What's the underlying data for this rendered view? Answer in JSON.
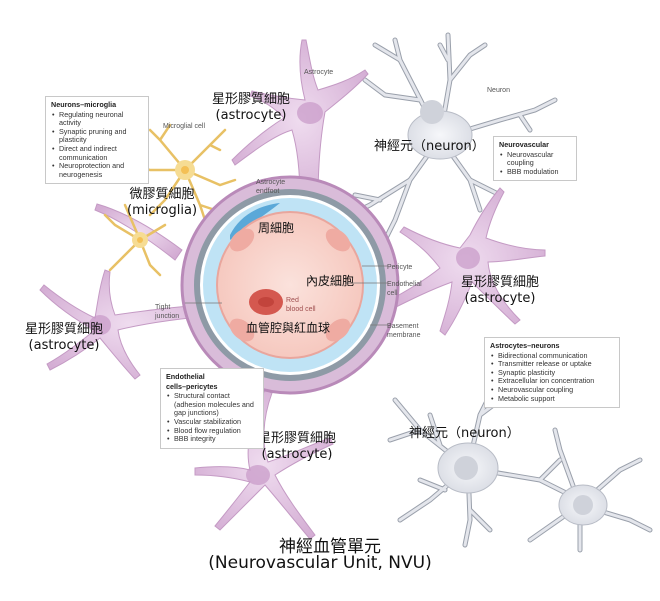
{
  "colors": {
    "astrocyte": "#d8b4d8",
    "astrocyte_stroke": "#b98ab9",
    "neuron": "#e4e6ec",
    "neuron_stroke": "#9aa0ab",
    "microglia": "#f3d68a",
    "basement": "#8e9aa6",
    "pericyte_layer": "#bfe3f5",
    "pericyte": "#5aa8d8",
    "lumen": "#f8cfc6",
    "endothelial": "#f0b6ad",
    "rbc": "#d4584f"
  },
  "labels": {
    "astrocyte_en": "Astrocyte",
    "neuron_en": "Neuron",
    "microglial_en": "Microglial cell",
    "astrocyte_endfoot": [
      "Astrocyte",
      "endfoot"
    ],
    "tight_junction": [
      "Tight",
      "junction"
    ],
    "pericyte": "Pericyte",
    "endothelial_cell": [
      "Endothelial",
      "cell"
    ],
    "basement_membrane": [
      "Basement",
      "membrane"
    ],
    "red_blood_cell": [
      "Red",
      "blood cell"
    ]
  },
  "chinese_labels": {
    "astrocyte_top": [
      "星形膠質細胞",
      "(astrocyte)"
    ],
    "astrocyte_right": [
      "星形膠質細胞",
      "(astrocyte)"
    ],
    "astrocyte_left": [
      "星形膠質細胞",
      "(astrocyte)"
    ],
    "astrocyte_bottom": [
      "星形膠質細胞",
      "(astrocyte)"
    ],
    "neuron_top": "神經元（neuron）",
    "neuron_bottom": "神經元（neuron）",
    "microglia": [
      "微膠質細胞",
      "(microglia)"
    ],
    "pericyte": "周細胞",
    "endothelial": "內皮細胞",
    "lumen": "血管腔與紅血球"
  },
  "boxes": {
    "neurons_microglia": {
      "title": "Neurons–microglia",
      "items": [
        "Regulating neuronal activity",
        "Synaptic pruning and plasticity",
        "Direct and indirect communication",
        "Neuroprotection and neurogenesis"
      ]
    },
    "neurovascular": {
      "title": "Neurovascular",
      "items": [
        "Neurovascular coupling",
        "BBB modulation"
      ]
    },
    "astrocytes_neurons": {
      "title": "Astrocytes–neurons",
      "items": [
        "Bidirectional communication",
        "Transmitter release or uptake",
        "Synaptic plasticity",
        "Extracellular ion concentration",
        "Neurovascular coupling",
        "Metabolic support"
      ]
    },
    "endothelial_pericytes": {
      "title": [
        "Endothelial",
        "cells–pericytes"
      ],
      "items": [
        "Structural contact (adhesion molecules and gap junctions)",
        "Vascular stabilization",
        "Blood flow regulation",
        "BBB integrity"
      ]
    }
  },
  "title": {
    "cn": "神經血管單元",
    "en": "(Neurovascular Unit, NVU)"
  }
}
